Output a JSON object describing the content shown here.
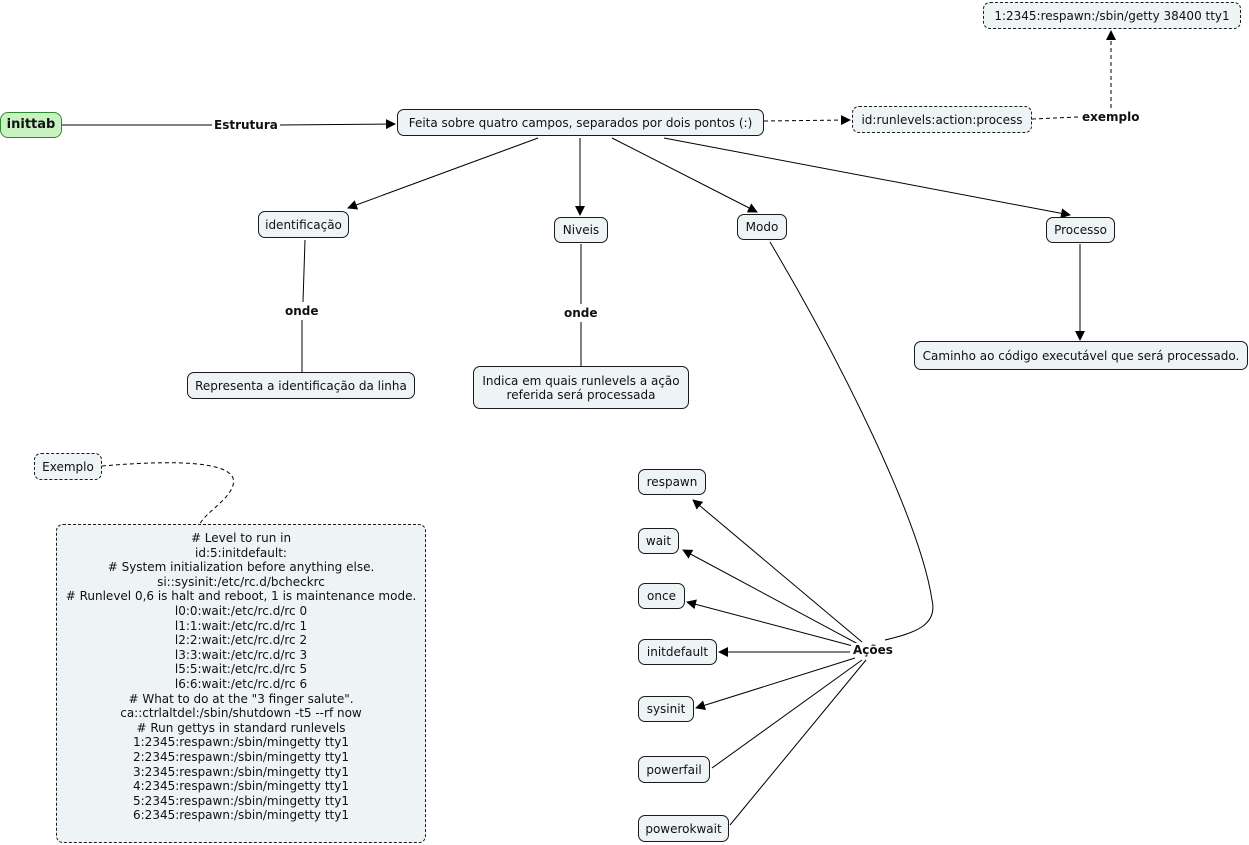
{
  "root": "inittab",
  "structure_label": "Estrutura",
  "fields_node": "Feita sobre quatro campos, separados por dois pontos (:)",
  "format_node": "id:runlevels:action:process",
  "example_label": "exemplo",
  "example_line": "1:2345:respawn:/sbin/getty 38400 tty1",
  "fields": {
    "id": "identificação",
    "levels": "Niveis",
    "mode": "Modo",
    "process": "Processo"
  },
  "where_label": "onde",
  "id_desc": "Representa a identificação da linha",
  "levels_desc": "Indica em quais runlevels a ação referida será processada",
  "process_desc": "Caminho ao código executável que será processado.",
  "actions_label": "Ações",
  "actions": [
    "respawn",
    "wait",
    "once",
    "initdefault",
    "sysinit",
    "powerfail",
    "powerokwait"
  ],
  "exemplo_node": "Exemplo",
  "exemplo_lines": [
    "# Level to run in",
    "id:5:initdefault:",
    "# System initialization before anything else.",
    "si::sysinit:/etc/rc.d/bcheckrc",
    "# Runlevel 0,6 is halt and reboot, 1 is maintenance mode.",
    "l0:0:wait:/etc/rc.d/rc 0",
    "l1:1:wait:/etc/rc.d/rc 1",
    "l2:2:wait:/etc/rc.d/rc 2",
    "l3:3:wait:/etc/rc.d/rc 3",
    "l5:5:wait:/etc/rc.d/rc 5",
    "l6:6:wait:/etc/rc.d/rc 6",
    "# What to do at the \"3 finger salute\".",
    "ca::ctrlaltdel:/sbin/shutdown -t5 --rf now",
    "# Run gettys in standard runlevels",
    "1:2345:respawn:/sbin/mingetty tty1",
    "2:2345:respawn:/sbin/mingetty tty1",
    "3:2345:respawn:/sbin/mingetty tty1",
    "4:2345:respawn:/sbin/mingetty tty1",
    "5:2345:respawn:/sbin/mingetty tty1",
    "6:2345:respawn:/sbin/mingetty tty1"
  ]
}
